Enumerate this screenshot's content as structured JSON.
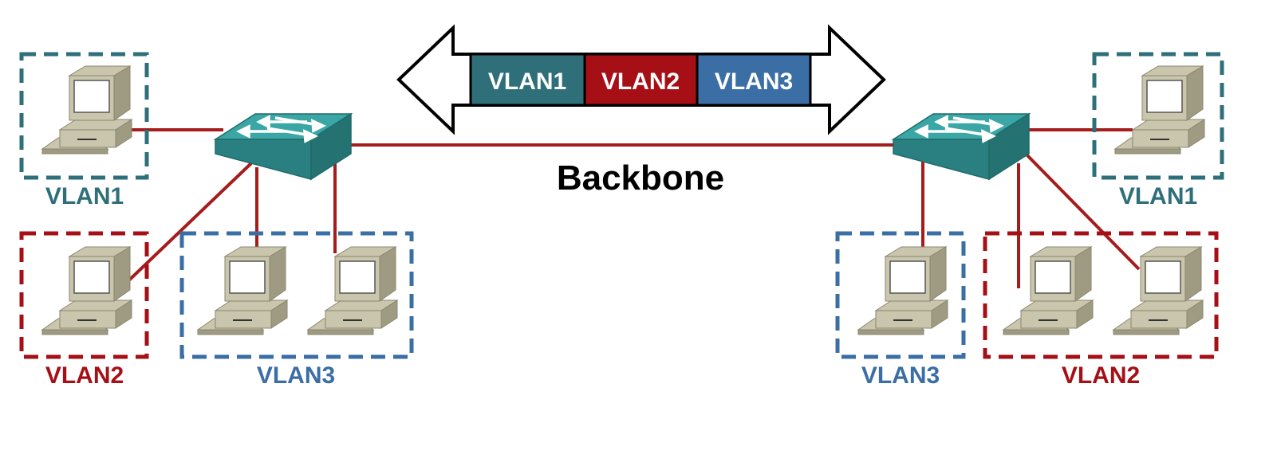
{
  "colors": {
    "vlan1": "#2f6f7a",
    "vlan2": "#a50f15",
    "vlan3": "#3a6ea5",
    "link": "#a51c1c",
    "switch_top": "#3aa6a5",
    "switch_side": "#2a8080",
    "computer_body": "#c9c6ad",
    "computer_shade": "#9e9b82",
    "screen": "#ffffff"
  },
  "trunk": {
    "segments": [
      "VLAN1",
      "VLAN2",
      "VLAN3"
    ]
  },
  "backbone_label": "Backbone",
  "left_site": {
    "groups": [
      {
        "label": "VLAN1",
        "vlan": "vlan1"
      },
      {
        "label": "VLAN2",
        "vlan": "vlan2"
      },
      {
        "label": "VLAN3",
        "vlan": "vlan3"
      }
    ]
  },
  "right_site": {
    "groups": [
      {
        "label": "VLAN1",
        "vlan": "vlan1"
      },
      {
        "label": "VLAN3",
        "vlan": "vlan3"
      },
      {
        "label": "VLAN2",
        "vlan": "vlan2"
      }
    ]
  }
}
